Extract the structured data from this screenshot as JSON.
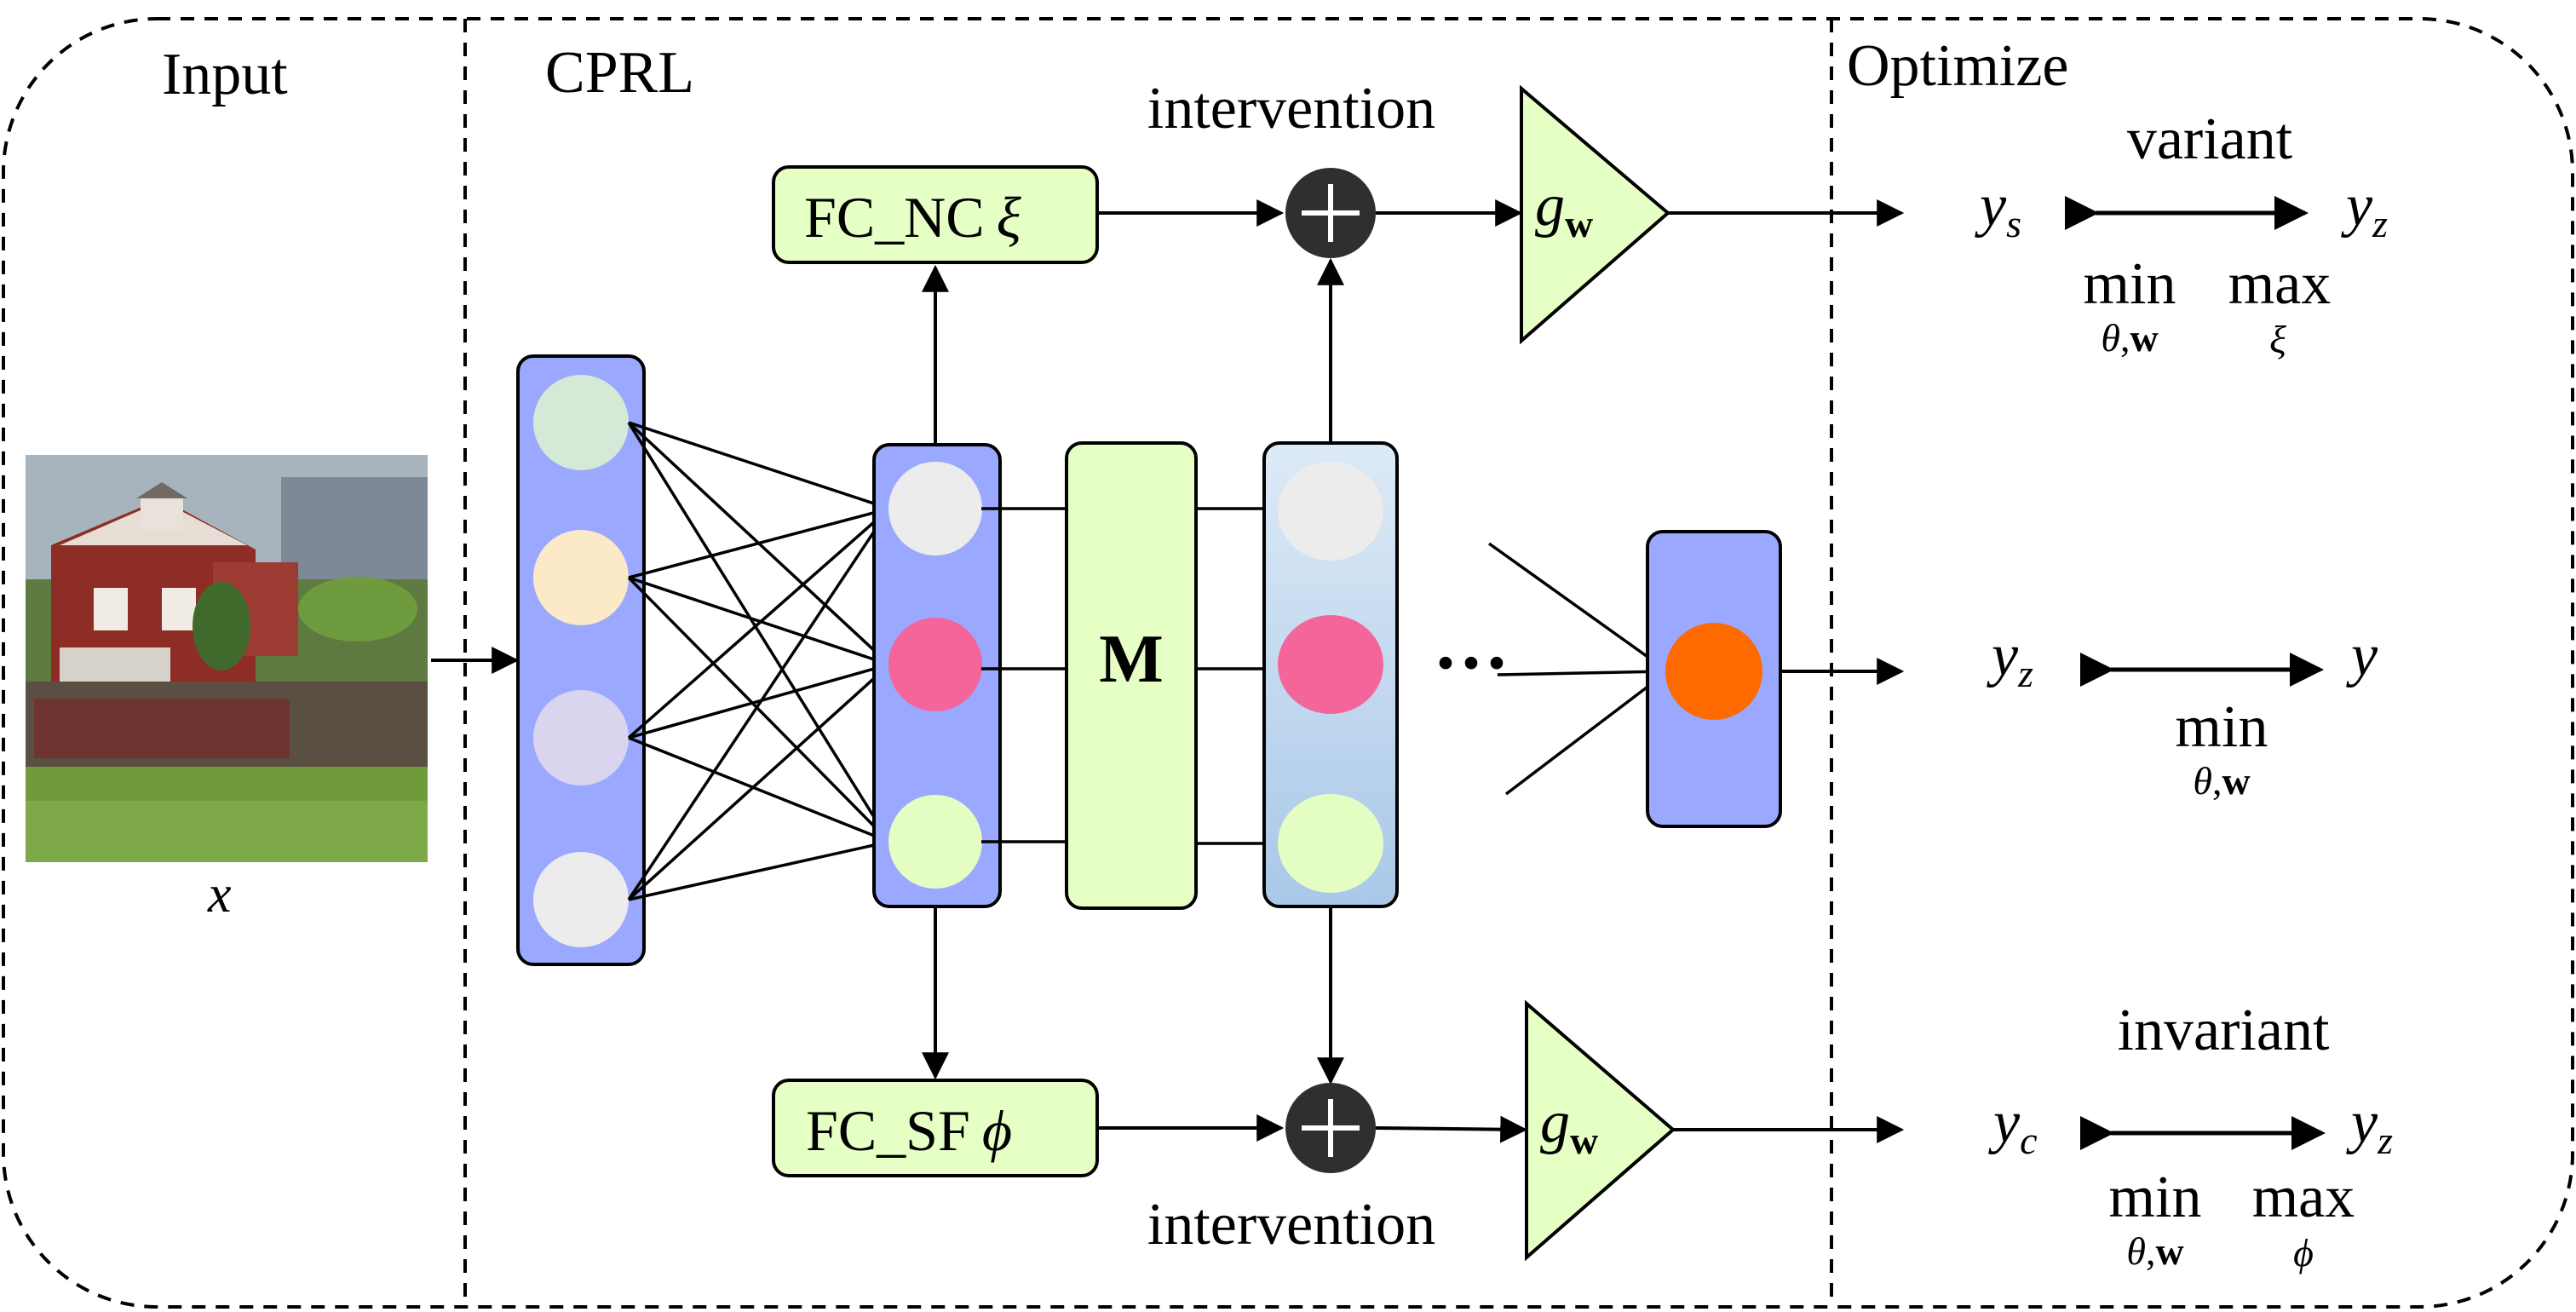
{
  "sections": {
    "input": "Input",
    "cprl": "CPRL",
    "optimize": "Optimize"
  },
  "input_var": "x",
  "blocks": {
    "fc_nc": "FC_NC",
    "fc_nc_param": "ξ",
    "fc_sf": "FC_SF",
    "fc_sf_param": "ϕ",
    "mask": "M",
    "ellipsis": "···",
    "predictor": "g",
    "predictor_sub": "w"
  },
  "labels": {
    "intervention_top": "intervention",
    "intervention_bottom": "intervention",
    "plus_glyph": "+"
  },
  "objectives": {
    "variant": {
      "title": "variant",
      "left": "y",
      "left_sub": "s",
      "right": "y",
      "right_sub": "z",
      "min": "min",
      "min_sub_greek": "θ",
      "min_sub_bold": "w",
      "max": "max",
      "max_sub": "ξ"
    },
    "main": {
      "left": "y",
      "left_sub": "z",
      "right": "y",
      "min": "min",
      "min_sub_greek": "θ",
      "min_sub_bold": "w"
    },
    "invariant": {
      "title": "invariant",
      "left": "y",
      "left_sub": "c",
      "right": "y",
      "right_sub": "z",
      "min": "min",
      "min_sub_greek": "θ",
      "min_sub_bold": "w",
      "max": "max",
      "max_sub": "ϕ"
    }
  },
  "colors": {
    "layer_blue": "#9aa8ff",
    "block_green": "#e6ffc4",
    "node_green": "#e4fdc3",
    "node_pink": "#f4659a",
    "node_orange": "#ff6a00",
    "node_gray": "#ececec",
    "node_mint": "#d4ead6",
    "node_peach": "#fbe9c8",
    "node_lavender": "#d9d5ee",
    "plus_dark": "#2f2f2f",
    "gradient_top": "#ddeaf6",
    "gradient_bottom": "#a9c8e8"
  }
}
